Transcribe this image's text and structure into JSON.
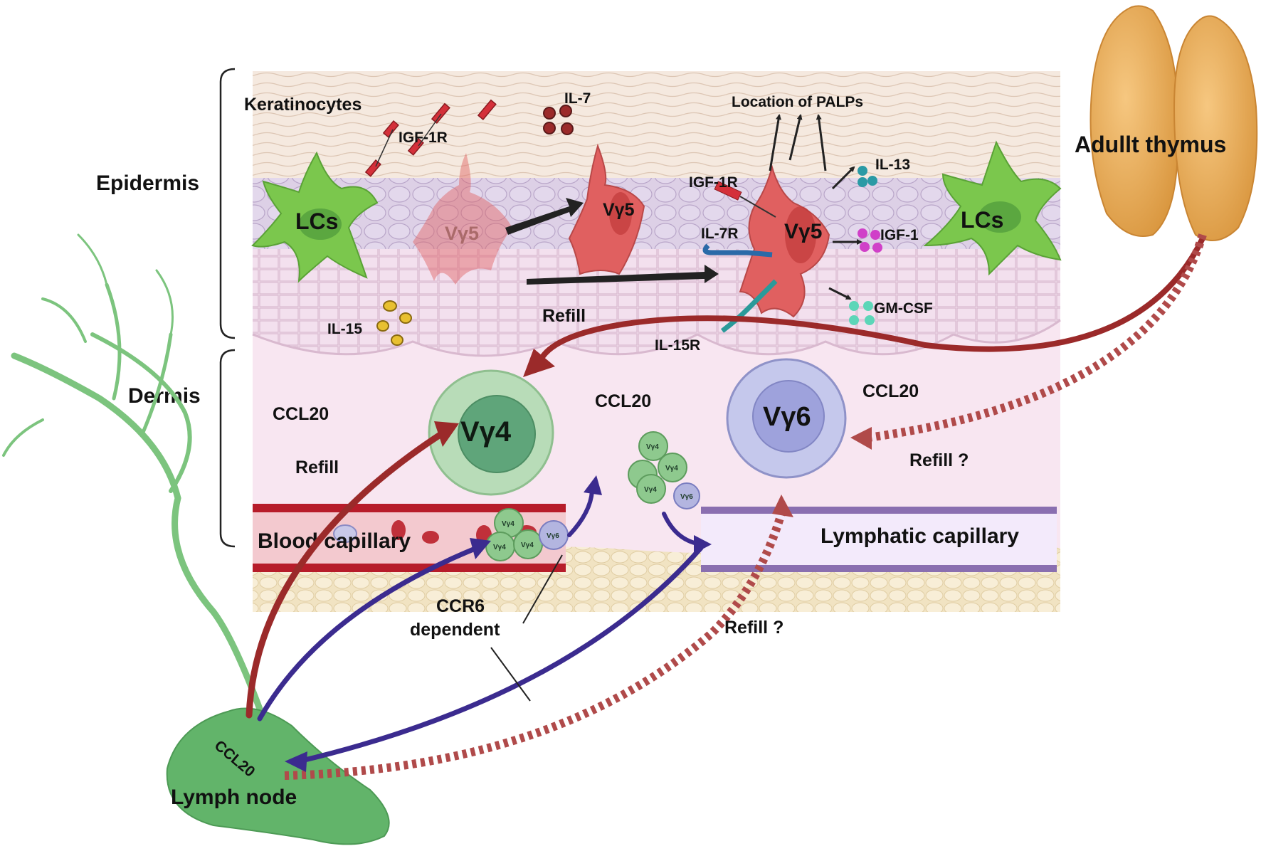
{
  "regions": {
    "epidermis": "Epidermis",
    "dermis": "Dermis"
  },
  "organs": {
    "thymus": "Adullt thymus",
    "lymph_node": "Lymph node",
    "lymph_node_chemokine": "CCL20"
  },
  "epidermis_labels": {
    "keratinocytes": "Keratinocytes",
    "igf1r_top": "IGF-1R",
    "il7": "IL-7",
    "location_palps": "Location of PALPs",
    "il13": "IL-13",
    "igf1r_cell": "IGF-1R",
    "il7r": "IL-7R",
    "igf1": "IGF-1",
    "gmcsf": "GM-CSF",
    "il15": "IL-15",
    "il15r": "IL-15R",
    "lcs_left": "LCs",
    "lcs_right": "LCs",
    "vg5_faded": "Vγ5",
    "vg5_mid": "Vγ5",
    "vg5_main": "Vγ5",
    "refill": "Refill"
  },
  "dermis_labels": {
    "ccl20_left": "CCL20",
    "ccl20_center": "CCL20",
    "ccl20_right": "CCL20",
    "vg4": "Vγ4",
    "vg6": "Vγ6",
    "refill_left": "Refill",
    "refill_right_q": "Refill ?",
    "refill_bottom_q": "Refill ?",
    "blood_capillary": "Blood capillary",
    "lymphatic_capillary": "Lymphatic capillary",
    "ccr6_line1": "CCR6",
    "ccr6_line2": "dependent"
  },
  "mini_cells": {
    "vg4": "Vγ4",
    "vg6": "Vγ6"
  },
  "colors": {
    "skin_bg": "#f7e3f0",
    "keratin_layer": "#f4e7dc",
    "basal_layer": "#dcd0e8",
    "lc_green": "#7bc74d",
    "vg5_red": "#e06060",
    "vg4_green": "#9ccc9c",
    "vg6_purple": "#b3b5e0",
    "refill_red": "#9b2a2a",
    "migration_purple": "#3b2b8f",
    "blood_red": "#b71c2a",
    "lymph_purple": "#8a6fb0",
    "fat_yellow": "#f4e6c4",
    "thymus_orange": "#efb461",
    "lymph_green": "#62b46a"
  }
}
